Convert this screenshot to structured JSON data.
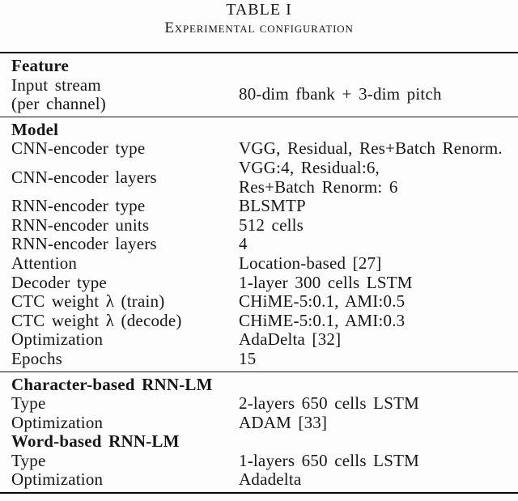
{
  "colors": {
    "ink": "#161616",
    "paper": "#fdfdfd",
    "rule": "#0a0a0a"
  },
  "caption": {
    "title": "TABLE I",
    "subtitle": "Experimental configuration"
  },
  "table": {
    "blocks": [
      {
        "sections": [
          {
            "header": "Feature",
            "rows": [
              {
                "label": [
                  "Input stream",
                  "(per channel)"
                ],
                "value": [
                  "80-dim fbank + 3-dim pitch"
                ]
              }
            ]
          }
        ]
      },
      {
        "sections": [
          {
            "header": "Model",
            "rows": [
              {
                "label": [
                  "CNN-encoder type"
                ],
                "value": [
                  "VGG, Residual, Res+Batch Renorm."
                ]
              },
              {
                "label": [
                  "CNN-encoder layers"
                ],
                "value": [
                  "VGG:4, Residual:6,",
                  "Res+Batch Renorm: 6"
                ]
              },
              {
                "label": [
                  "RNN-encoder type"
                ],
                "value": [
                  "BLSMTP"
                ]
              },
              {
                "label": [
                  "RNN-encoder units"
                ],
                "value": [
                  "512 cells"
                ]
              },
              {
                "label": [
                  "RNN-encoder layers"
                ],
                "value": [
                  "4"
                ]
              },
              {
                "label": [
                  "Attention"
                ],
                "value": [
                  "Location-based [27]"
                ]
              },
              {
                "label": [
                  "Decoder type"
                ],
                "value": [
                  "1-layer 300 cells LSTM"
                ]
              },
              {
                "label": [
                  "CTC weight λ (train)"
                ],
                "value": [
                  "CHiME-5:0.1, AMI:0.5"
                ]
              },
              {
                "label": [
                  "CTC weight λ (decode)"
                ],
                "value": [
                  "CHiME-5:0.1, AMI:0.3"
                ]
              },
              {
                "label": [
                  "Optimization"
                ],
                "value": [
                  "AdaDelta [32]"
                ]
              },
              {
                "label": [
                  "Epochs"
                ],
                "value": [
                  "15"
                ]
              }
            ]
          }
        ]
      },
      {
        "sections": [
          {
            "header": "Character-based RNN-LM",
            "rows": [
              {
                "label": [
                  "Type"
                ],
                "value": [
                  "2-layers 650 cells LSTM"
                ]
              },
              {
                "label": [
                  "Optimization"
                ],
                "value": [
                  "ADAM [33]"
                ]
              }
            ]
          },
          {
            "header": "Word-based RNN-LM",
            "rows": [
              {
                "label": [
                  "Type"
                ],
                "value": [
                  "1-layers 650 cells LSTM"
                ]
              },
              {
                "label": [
                  "Optimization"
                ],
                "value": [
                  "Adadelta"
                ]
              }
            ]
          }
        ]
      }
    ]
  }
}
